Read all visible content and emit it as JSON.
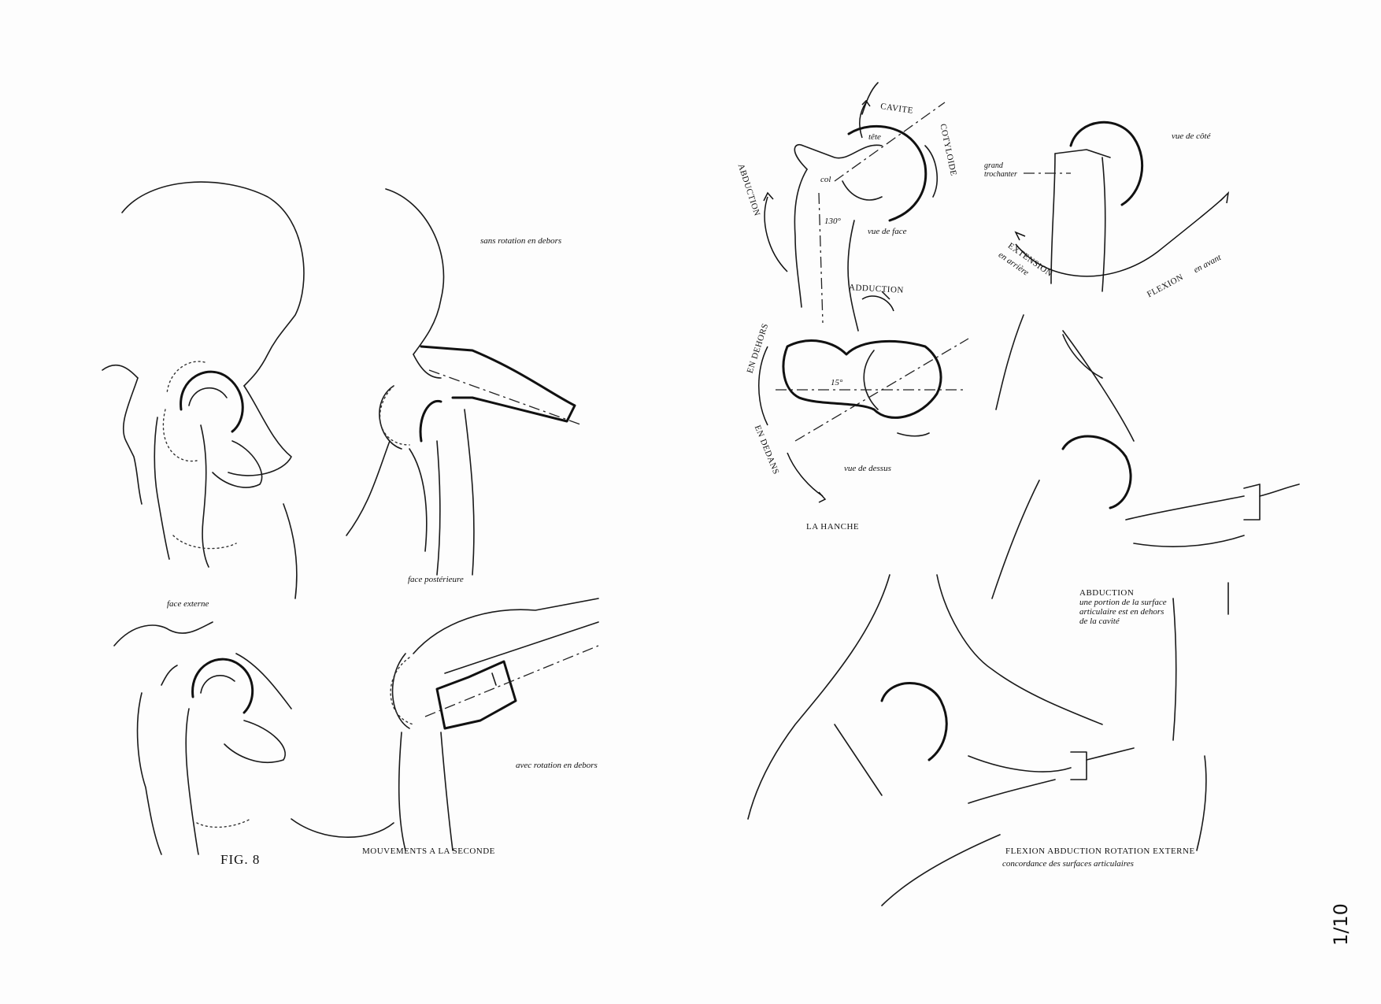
{
  "figure": {
    "number_label": "FIG. 8",
    "left_caption": "MOUVEMENTS A LA SECONDE",
    "center_title": "LA HANCHE",
    "page_mark": "1/10"
  },
  "left_views": {
    "top_left_caption": "face externe",
    "top_right_caption": "face postérieure",
    "top_right_note": "sans rotation en debors",
    "bottom_right_note": "avec rotation en debors"
  },
  "hip_diagram": {
    "cavite": "CAVITE",
    "cotyloide": "COTYLOIDE",
    "tete": "tête",
    "col": "col",
    "angle_front": "130°",
    "vue_de_face": "vue de face",
    "abduction_arc": "ABDUCTION",
    "adduction_arc": "ADDUCTION",
    "en_dehors": "EN DEHORS",
    "en_dedans": "EN DEDANS",
    "angle_top": "15°",
    "vue_de_dessus": "vue de dessus"
  },
  "side_view": {
    "vue_de_cote": "vue de côté",
    "grand_trochanter_1": "grand",
    "grand_trochanter_2": "trochanter",
    "extension_1": "EXTENSION",
    "extension_2": "en arrière",
    "flexion_1": "FLEXION",
    "flexion_2": "en avant"
  },
  "right_views": {
    "abduction_title": "ABDUCTION",
    "abduction_line1": "une portion de la surface",
    "abduction_line2": "articulaire est en dehors",
    "abduction_line3": "de la cavité",
    "bottom_title": "FLEXION ABDUCTION ROTATION EXTERNE",
    "bottom_subtitle": "concordance des surfaces articulaires"
  }
}
